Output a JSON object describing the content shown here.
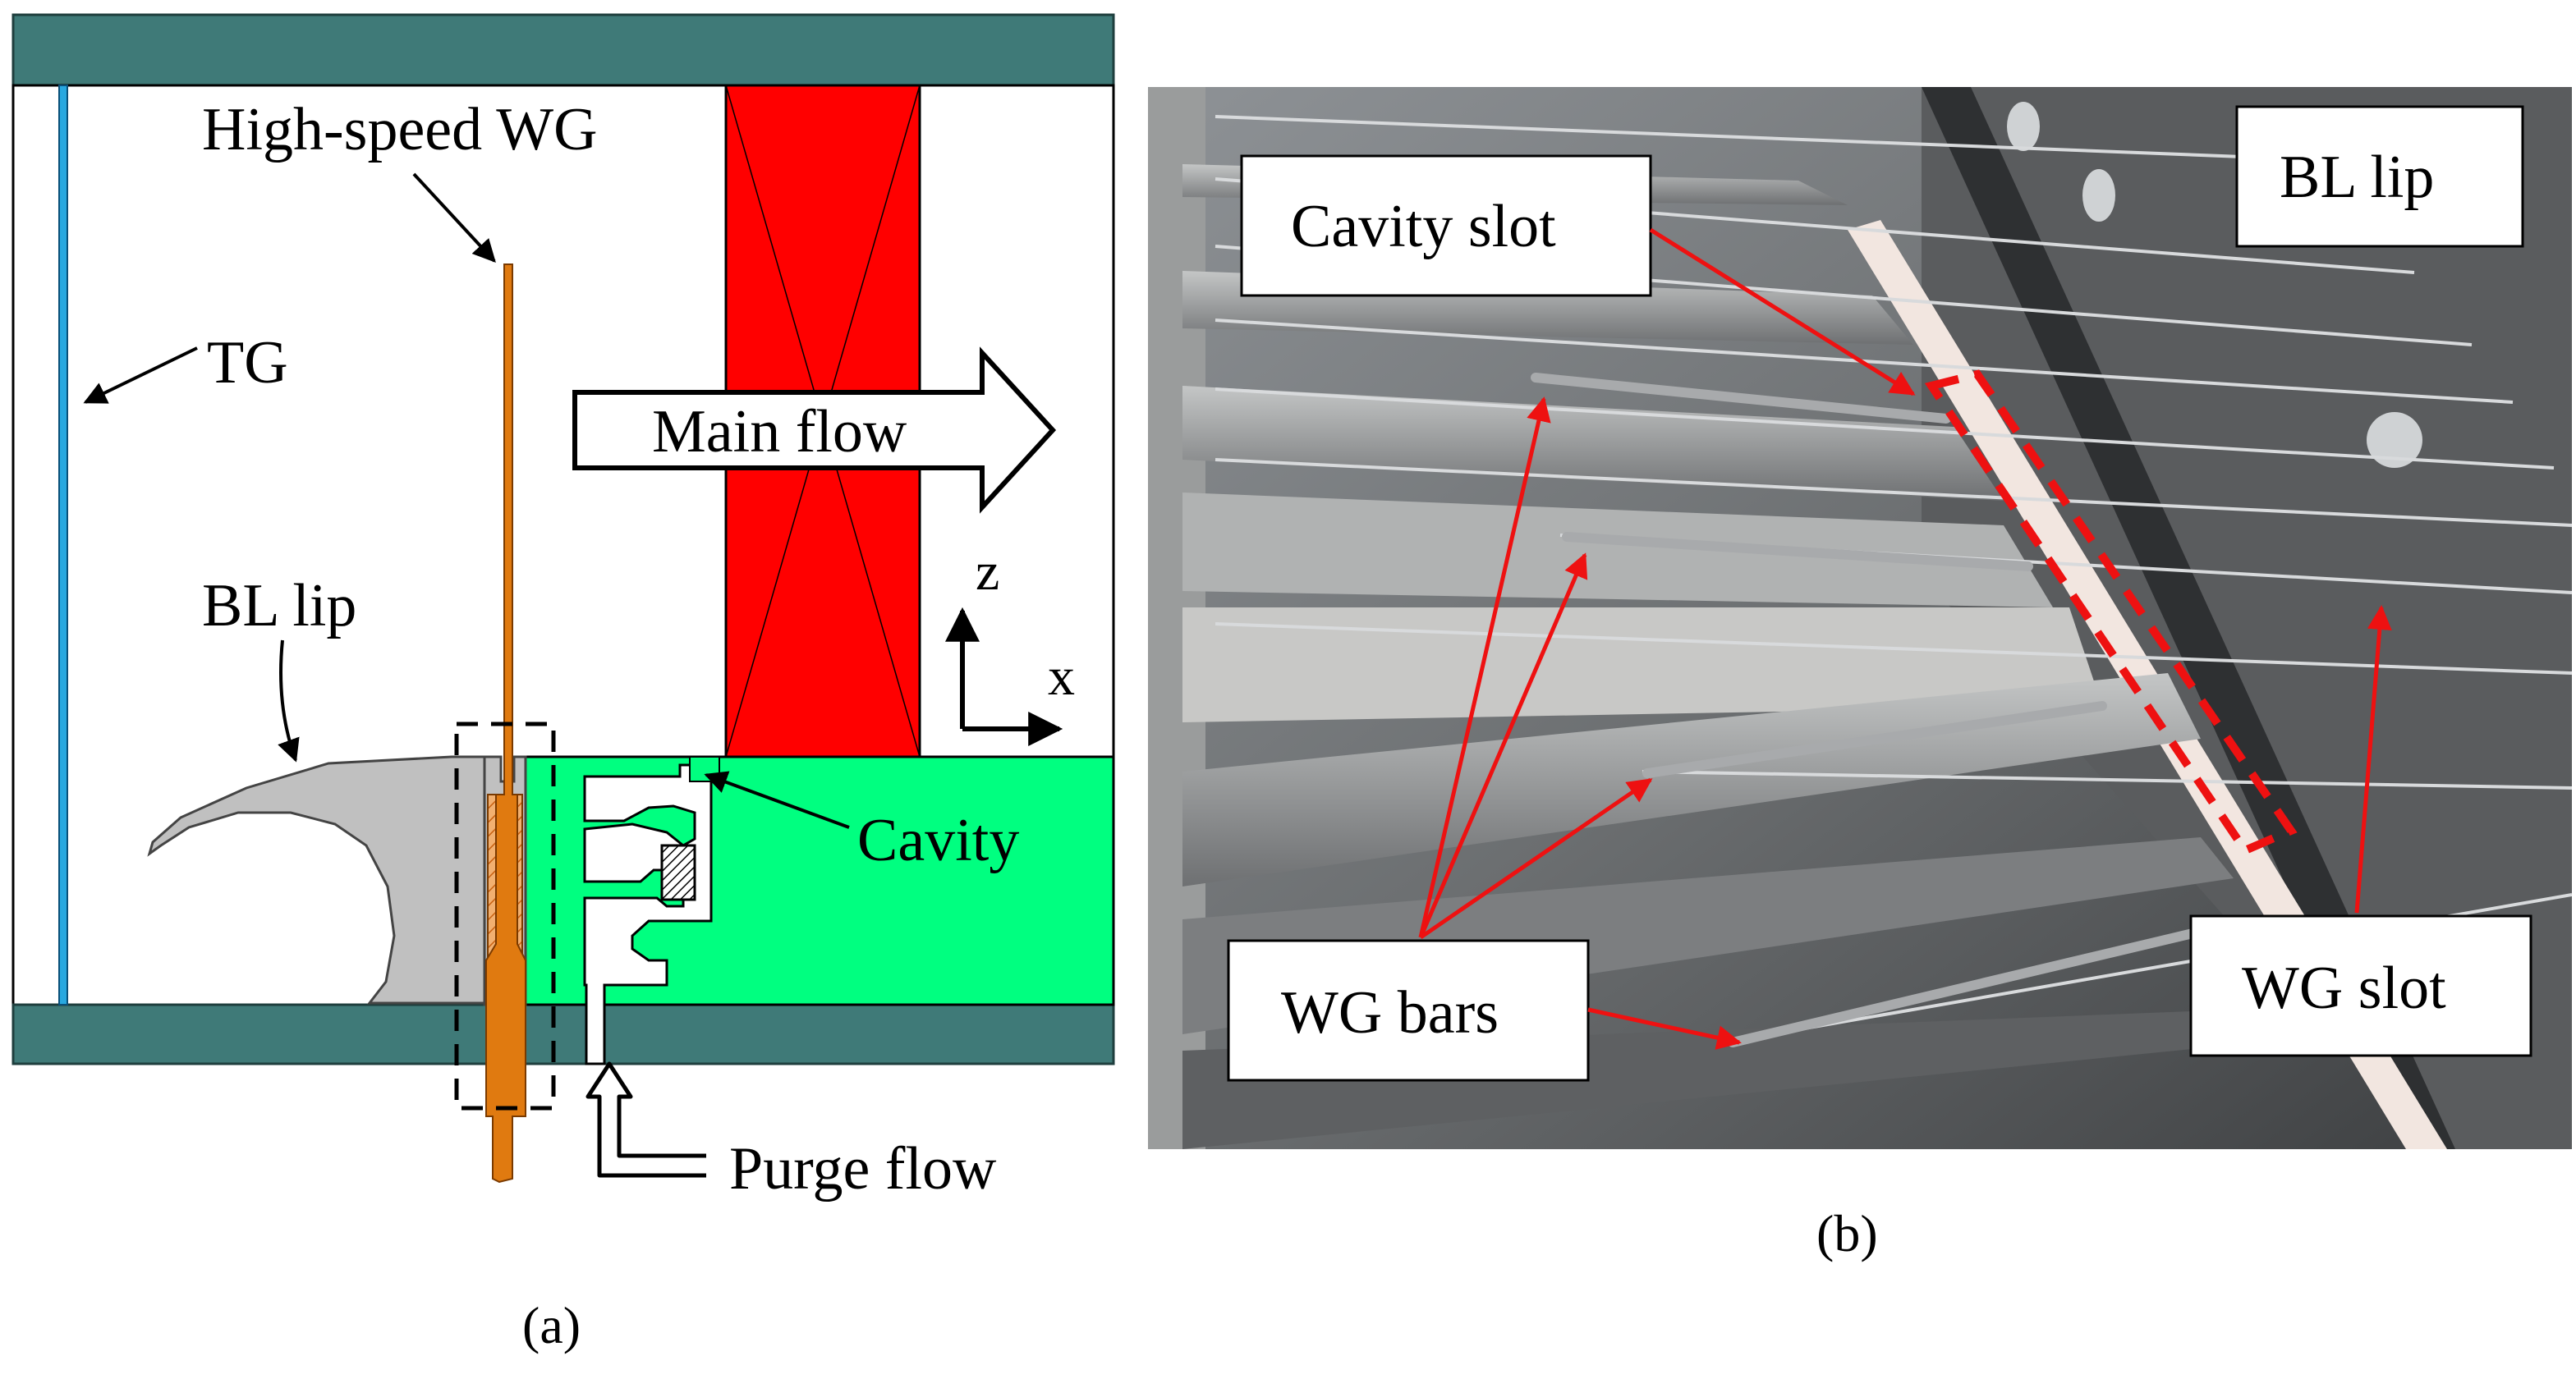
{
  "panel_a": {
    "caption": "(a)",
    "labels": {
      "high_speed_wg": "High-speed WG",
      "tg": "TG",
      "main_flow": "Main flow",
      "z_axis": "z",
      "x_axis": "x",
      "bl_lip": "BL lip",
      "cavity": "Cavity",
      "purge_flow": "Purge flow"
    }
  },
  "panel_b": {
    "caption": "(b)",
    "callouts": {
      "cavity_slot": "Cavity slot",
      "bl_lip": "BL lip",
      "wg_bars": "WG bars",
      "wg_slot": "WG slot"
    }
  },
  "colors": {
    "wall": "#3f7a78",
    "rotor": "#ff0000",
    "cavity_body": "#00ff80",
    "probe": "#e07a10",
    "tg_line": "#28a8e0",
    "bl_lip": "#c0c0c0",
    "annotation_red": "#ee1111"
  }
}
